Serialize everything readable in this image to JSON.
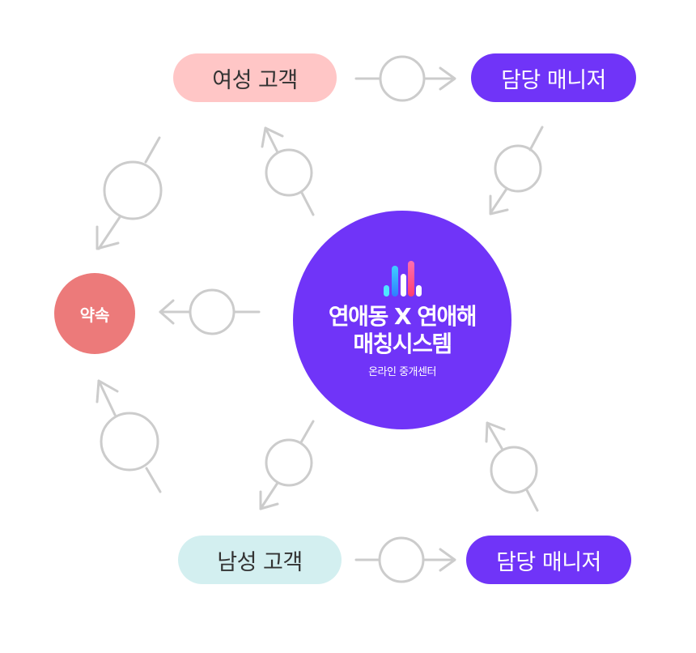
{
  "nodes": {
    "female_customer": "여성 고객",
    "male_customer": "남성 고객",
    "manager_top": "담당 매니저",
    "manager_bottom": "담당 매니저",
    "promise": "약속"
  },
  "hub": {
    "title_line1": "연애동 X 연애해",
    "title_line2": "매칭시스템",
    "subtitle": "온라인 중개센터"
  },
  "colors": {
    "accent": "#7034f8",
    "female": "#ffc6c6",
    "male": "#d3eff0",
    "promise": "#ec7a7a",
    "connector": "#cccccc"
  }
}
